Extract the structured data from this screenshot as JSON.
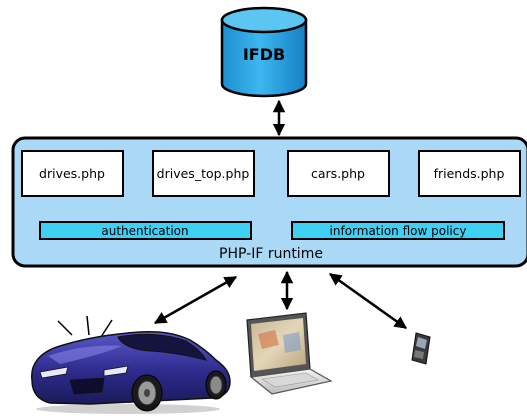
{
  "database": {
    "label": "IFDB"
  },
  "runtime": {
    "label": "PHP-IF runtime",
    "scripts": [
      "drives.php",
      "drives_top.php",
      "cars.php",
      "friends.php"
    ],
    "layers": [
      "authentication",
      "information flow policy"
    ]
  },
  "clients": [
    "car-icon",
    "laptop-icon",
    "mobile-phone-icon"
  ],
  "colors": {
    "database_fill": "#2ca9e8",
    "runtime_fill": "#a9d9f7",
    "layer_fill": "#3fd0f4",
    "script_fill": "#ffffff",
    "car_body": "#2c2a86",
    "outline": "#000000"
  }
}
